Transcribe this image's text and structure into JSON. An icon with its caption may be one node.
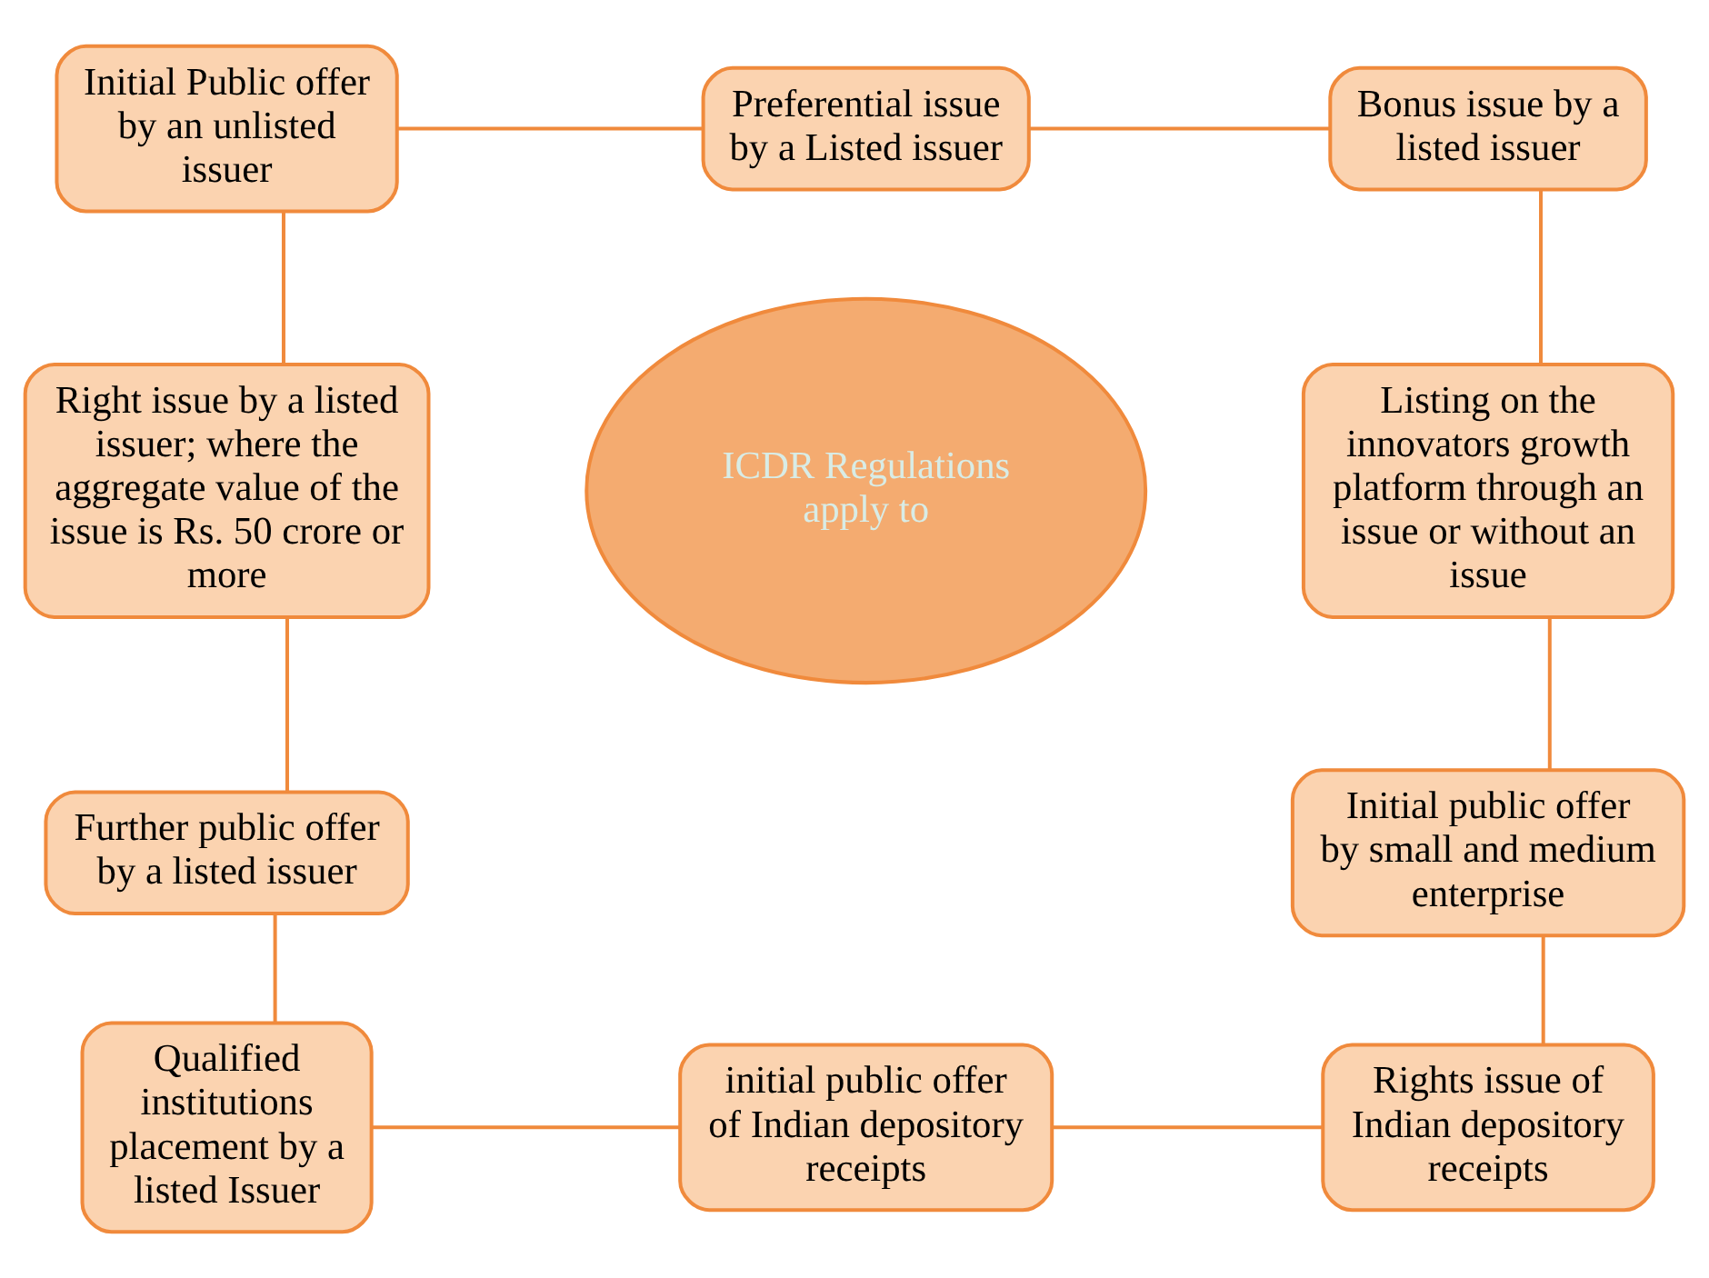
{
  "diagram": {
    "nodes": [
      {
        "text": [
          "Initial Public offer by an unlisted issuer"
        ]
      },
      {
        "text": [
          "Preferential issue by a Listed issuer"
        ]
      },
      {
        "text": [
          "Bonus issue by a listed issuer"
        ]
      },
      {
        "text": [
          "Right issue by a listed issuer; where the aggregate value of the issue is Rs. 50 crore or more"
        ]
      },
      {
        "text": [
          "ICDR Regulations apply to"
        ]
      },
      {
        "text": [
          "Listing on the innovators growth platform through an issue or without an issue"
        ]
      },
      {
        "text": [
          "Further public offer by a listed issuer"
        ]
      },
      {
        "text": [
          "Initial public offer by small and medium enterprise"
        ]
      },
      {
        "text": [
          "Qualified institutions placement by a listed Issuer"
        ]
      },
      {
        "text": [
          "initial public offer of Indian depository receipts"
        ]
      },
      {
        "text": [
          "Rights issue of Indian depository receipts"
        ]
      }
    ],
    "edges": [
      {
        "from": 0,
        "to": 1,
        "arrow": "none"
      },
      {
        "from": 1,
        "to": 2,
        "arrow": "none"
      },
      {
        "from": 2,
        "to": 5,
        "arrow": "none"
      },
      {
        "from": 5,
        "to": 7,
        "arrow": "none"
      },
      {
        "from": 7,
        "to": 10,
        "arrow": "none"
      },
      {
        "from": 10,
        "to": 9,
        "arrow": "none"
      },
      {
        "from": 9,
        "to": 8,
        "arrow": "none"
      },
      {
        "from": 8,
        "to": 6,
        "arrow": "none"
      },
      {
        "from": 6,
        "to": 3,
        "arrow": "none"
      },
      {
        "from": 3,
        "to": 0,
        "arrow": "none"
      }
    ]
  }
}
